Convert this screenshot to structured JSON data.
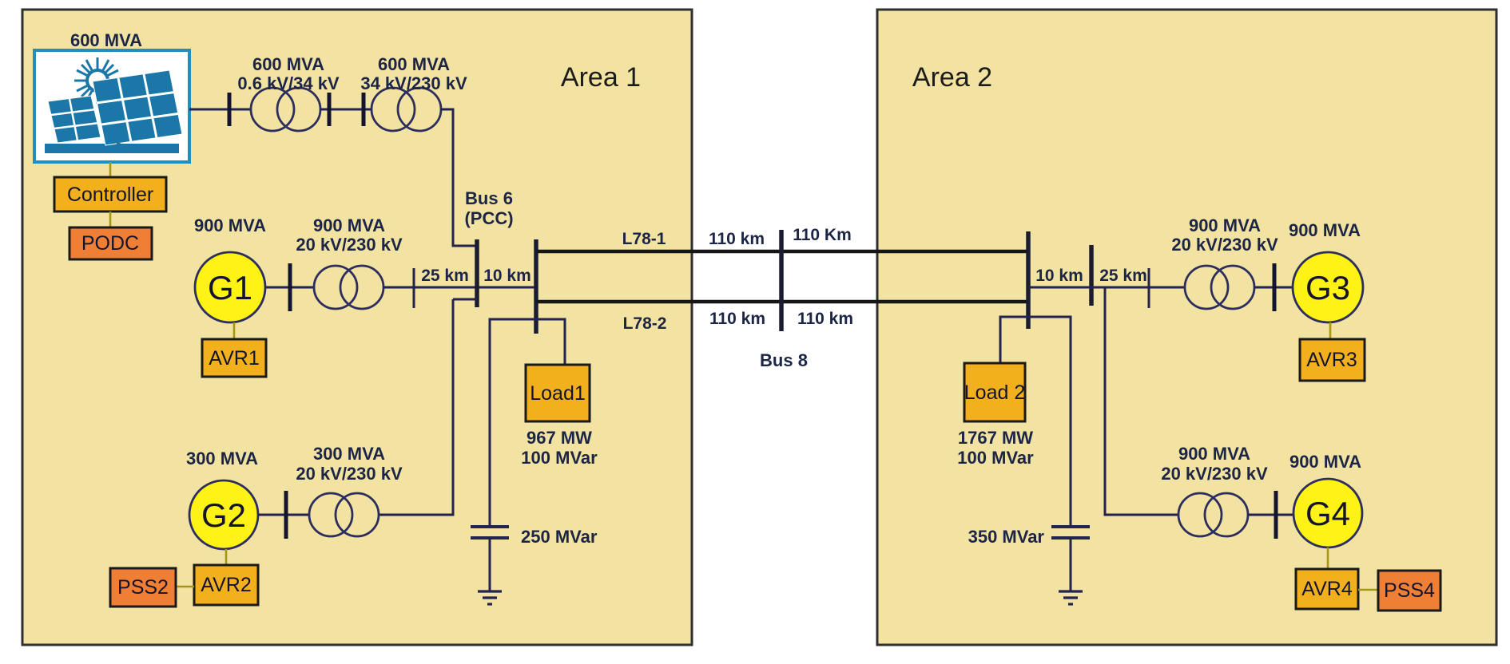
{
  "areas": {
    "area1": "Area 1",
    "area2": "Area 2"
  },
  "pv_plant": {
    "rating": "600 MVA",
    "controller": "Controller",
    "podc": "PODC"
  },
  "transformers": {
    "pv_lv": {
      "line1": "600 MVA",
      "line2": "0.6 kV/34 kV"
    },
    "pv_hv": {
      "line1": "600 MVA",
      "line2": "34 kV/230 kV"
    },
    "t1": {
      "line1": "900 MVA",
      "line2": "20 kV/230 kV"
    },
    "t2": {
      "line1": "300 MVA",
      "line2": "20 kV/230 kV"
    },
    "t3": {
      "line1": "900 MVA",
      "line2": "20 kV/230 kV"
    },
    "t4": {
      "line1": "900 MVA",
      "line2": "20 kV/230 kV"
    }
  },
  "generators": {
    "g1": {
      "name": "G1",
      "rating": "900 MVA",
      "avr": "AVR1"
    },
    "g2": {
      "name": "G2",
      "rating": "300 MVA",
      "avr": "AVR2",
      "pss": "PSS2"
    },
    "g3": {
      "name": "G3",
      "rating": "900 MVA",
      "avr": "AVR3"
    },
    "g4": {
      "name": "G4",
      "rating": "900 MVA",
      "avr": "AVR4",
      "pss": "PSS4"
    }
  },
  "buses": {
    "bus6_line1": "Bus 6",
    "bus6_line2": "(PCC)",
    "bus8": "Bus 8"
  },
  "lines": {
    "l78_1": {
      "name": "L78-1",
      "seg1": "110 km",
      "seg2": "110 Km"
    },
    "l78_2": {
      "name": "L78-2",
      "seg1": "110 km",
      "seg2": "110 km"
    },
    "area1_25km": "25 km",
    "area1_10km": "10 km",
    "area2_10km": "10 km",
    "area2_25km": "25 km"
  },
  "loads": {
    "load1": {
      "name": "Load1",
      "mw": "967 MW",
      "mvar": "100 MVar"
    },
    "load2": {
      "name": "Load 2",
      "mw": "1767 MW",
      "mvar": "100 MVar"
    }
  },
  "shunts": {
    "cap1": "250 MVar",
    "cap2": "350 MVar"
  },
  "colors": {
    "area_fill": "#F3E3A2",
    "generator_fill": "#FFF215",
    "gold_box": "#F2B01C",
    "orange_box": "#EF7F35",
    "circuit_line": "#232350",
    "tie_line": "#161616",
    "pv_border": "#1E8FBF",
    "pv_panel": "#1B77A8",
    "controller_wire": "#A79516"
  }
}
